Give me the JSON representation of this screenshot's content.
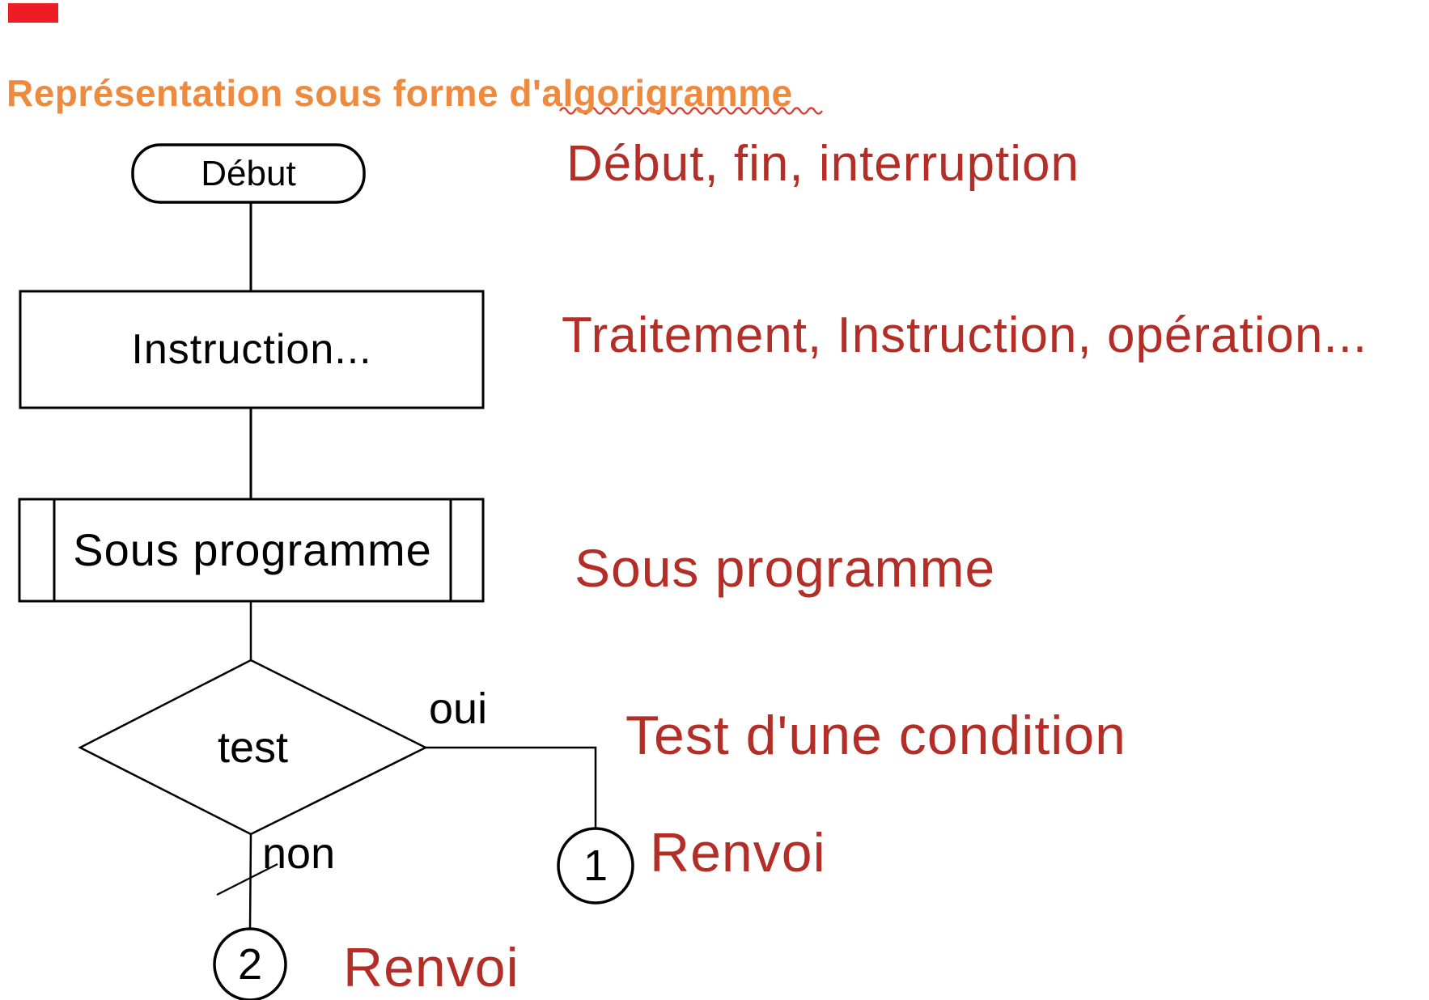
{
  "slide": {
    "title": "Représentation sous forme d'algorigramme"
  },
  "flowchart": {
    "start_label": "Début",
    "process_label": "Instruction...",
    "subroutine_label": "Sous programme",
    "decision_label": "test",
    "branch_yes_label": "oui",
    "branch_no_label": "non",
    "connector1_label": "1",
    "connector2_label": "2"
  },
  "legend": {
    "terminator": "Début, fin, interruption",
    "process": "Traitement, Instruction, opération...",
    "subroutine": "Sous programme",
    "decision": "Test d'une condition",
    "connector1": "Renvoi",
    "connector2": "Renvoi"
  },
  "colors": {
    "heading_orange": "#EE8A3E",
    "legend_dark_red": "#B22E26",
    "squiggle_red": "#E23B2E",
    "accent_bar_red": "#EE1D25",
    "line_black": "#000000"
  }
}
